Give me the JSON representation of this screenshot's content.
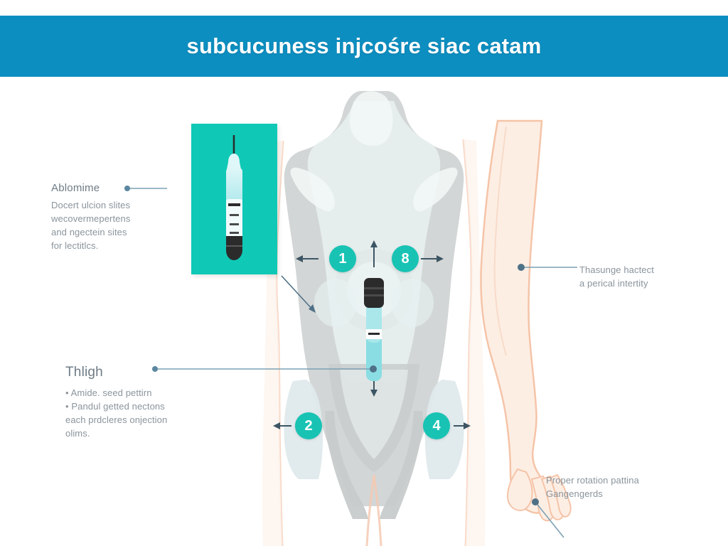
{
  "header": {
    "title": "subcucuness injcośre siac catam",
    "band_color": "#0d8ec0"
  },
  "theme": {
    "banner_blue": "#0d8ec0",
    "panel_teal": "#0fc9b6",
    "badge_teal": "#18c3b4",
    "leader_line": "#5b87a0",
    "skin_fill": "#fdeee4",
    "skin_outline": "#f5c4a8",
    "body_grey": "#c9cdcd",
    "body_grey_light": "#e4eceb",
    "site_patch": "#dfe9ec",
    "heading_text": "#6e7b85",
    "body_text": "#8a949c"
  },
  "inset_panel": {
    "name": "injection-pen-panel",
    "background": "#0fc9b6",
    "device": "insulin-pen"
  },
  "badges": [
    {
      "id": "badge-1",
      "label": "1",
      "arrow": "left"
    },
    {
      "id": "badge-8",
      "label": "8",
      "arrow": "right"
    },
    {
      "id": "badge-2",
      "label": "2",
      "arrow": "left"
    },
    {
      "id": "badge-4",
      "label": "4",
      "arrow": "right"
    }
  ],
  "callouts": {
    "abdomen": {
      "title": "Ablomime",
      "lines": [
        "Docert ulcion slites",
        "wecovermepertens",
        "and ngectein sites",
        "for lectitlcs."
      ]
    },
    "thigh": {
      "title": "Thligh",
      "bullets": [
        "• Amide. seed pettirn",
        "• Pandul getted nectons",
        "each prdcleres onjection",
        "olims."
      ]
    },
    "arm": {
      "lines": [
        "Thasunge hactect",
        "a perical intertity"
      ]
    },
    "rotation": {
      "lines": [
        "Proper rotation pattina",
        "Gangengerds"
      ]
    }
  },
  "figure": {
    "torso": "human-torso-front-view",
    "arm": "human-arm-and-hand",
    "injection_sites": [
      "abdomen-left",
      "abdomen-right",
      "hip-left",
      "hip-right"
    ]
  }
}
